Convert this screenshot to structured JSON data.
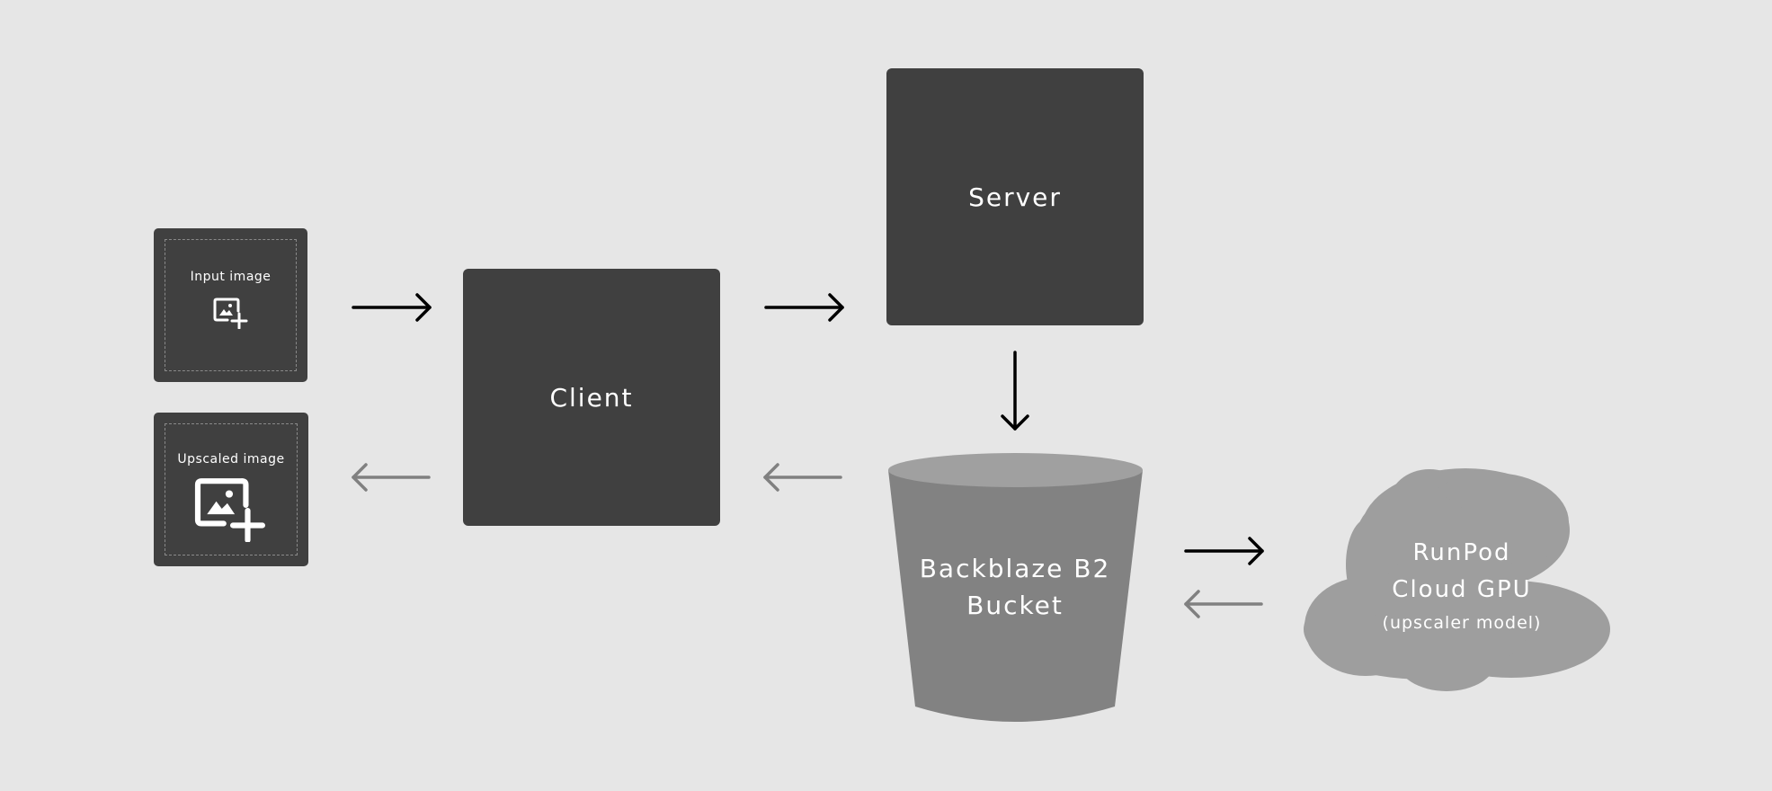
{
  "nodes": {
    "input_image": {
      "label": "Input image",
      "icon": "add-image-icon"
    },
    "upscaled_image": {
      "label": "Upscaled image",
      "icon": "add-image-icon"
    },
    "client": {
      "label": "Client"
    },
    "server": {
      "label": "Server"
    },
    "bucket": {
      "line1": "Backblaze B2",
      "line2": "Bucket",
      "shape": "bucket"
    },
    "runpod": {
      "line1": "RunPod",
      "line2": "Cloud GPU",
      "line3": "(upscaler model)",
      "shape": "cloud"
    }
  },
  "edges": [
    {
      "from": "input_image",
      "to": "client",
      "style": "black"
    },
    {
      "from": "client",
      "to": "server",
      "style": "black"
    },
    {
      "from": "server",
      "to": "bucket",
      "style": "black"
    },
    {
      "from": "bucket",
      "to": "runpod",
      "style": "black"
    },
    {
      "from": "runpod",
      "to": "bucket",
      "style": "gray"
    },
    {
      "from": "bucket",
      "to": "client",
      "style": "gray"
    },
    {
      "from": "client",
      "to": "upscaled_image",
      "style": "gray"
    }
  ],
  "colors": {
    "background": "#e6e6e6",
    "node": "#404040",
    "bucket": "#828282",
    "bucket_top": "#a0a0a0",
    "cloud": "#9e9e9e",
    "arrow_primary": "#000000",
    "arrow_return": "#808080"
  }
}
